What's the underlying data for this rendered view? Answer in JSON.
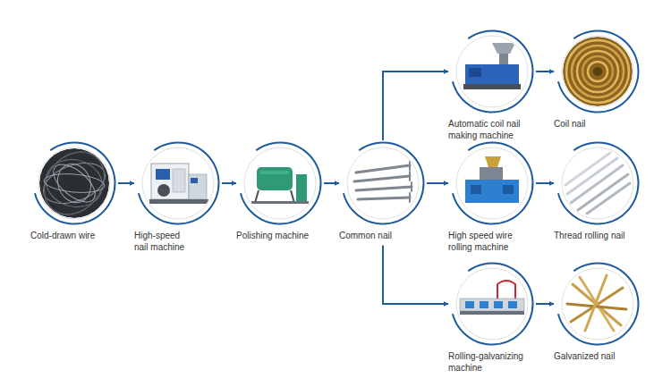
{
  "diagram": {
    "nodes": [
      {
        "text": [
          "Cold-drawn wire"
        ]
      },
      {
        "text": [
          "High-speed nail machine"
        ]
      },
      {
        "text": [
          "Polishing machine"
        ]
      },
      {
        "text": [
          "Common nail"
        ]
      },
      {
        "text": [
          "Automatic coil nail making machine"
        ]
      },
      {
        "text": [
          "Coil nail"
        ]
      },
      {
        "text": [
          "High speed wire rolling machine"
        ]
      },
      {
        "text": [
          "Thread rolling nail"
        ]
      },
      {
        "text": [
          "Rolling-galvanizing machine"
        ]
      },
      {
        "text": [
          "Galvanized nail"
        ]
      }
    ],
    "edges": [
      {
        "from": 0,
        "to": 1,
        "arrow": "to"
      },
      {
        "from": 1,
        "to": 2,
        "arrow": "to"
      },
      {
        "from": 2,
        "to": 3,
        "arrow": "to"
      },
      {
        "from": 3,
        "to": 4,
        "arrow": "to"
      },
      {
        "from": 3,
        "to": 6,
        "arrow": "to"
      },
      {
        "from": 3,
        "to": 8,
        "arrow": "to"
      },
      {
        "from": 4,
        "to": 5,
        "arrow": "to"
      },
      {
        "from": 6,
        "to": 7,
        "arrow": "to"
      },
      {
        "from": 8,
        "to": 9,
        "arrow": "to"
      }
    ]
  }
}
